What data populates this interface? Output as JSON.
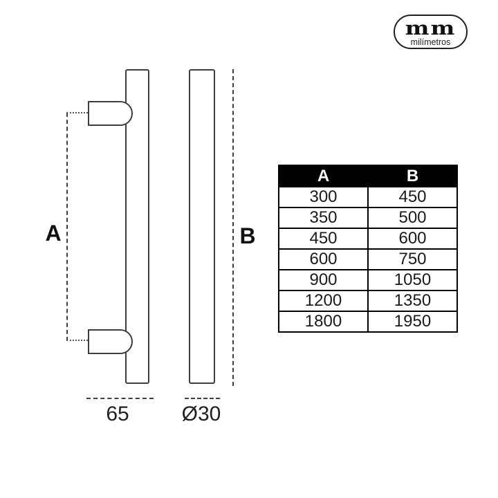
{
  "badge": {
    "logo": "mm",
    "caption": "milímetros"
  },
  "diagram": {
    "label_a": "A",
    "label_b": "B",
    "projection": "65",
    "diameter": "Ø30"
  },
  "size_table": {
    "headers": {
      "a": "A",
      "b": "B"
    },
    "rows": [
      {
        "a": "300",
        "b": "450"
      },
      {
        "a": "350",
        "b": "500"
      },
      {
        "a": "450",
        "b": "600"
      },
      {
        "a": "600",
        "b": "750"
      },
      {
        "a": "900",
        "b": "1050"
      },
      {
        "a": "1200",
        "b": "1350"
      },
      {
        "a": "1800",
        "b": "1950"
      }
    ]
  },
  "colors": {
    "line": "#3d3d3d",
    "table_header_bg": "#000000",
    "table_header_text": "#ffffff",
    "text": "#1a1a1a"
  }
}
